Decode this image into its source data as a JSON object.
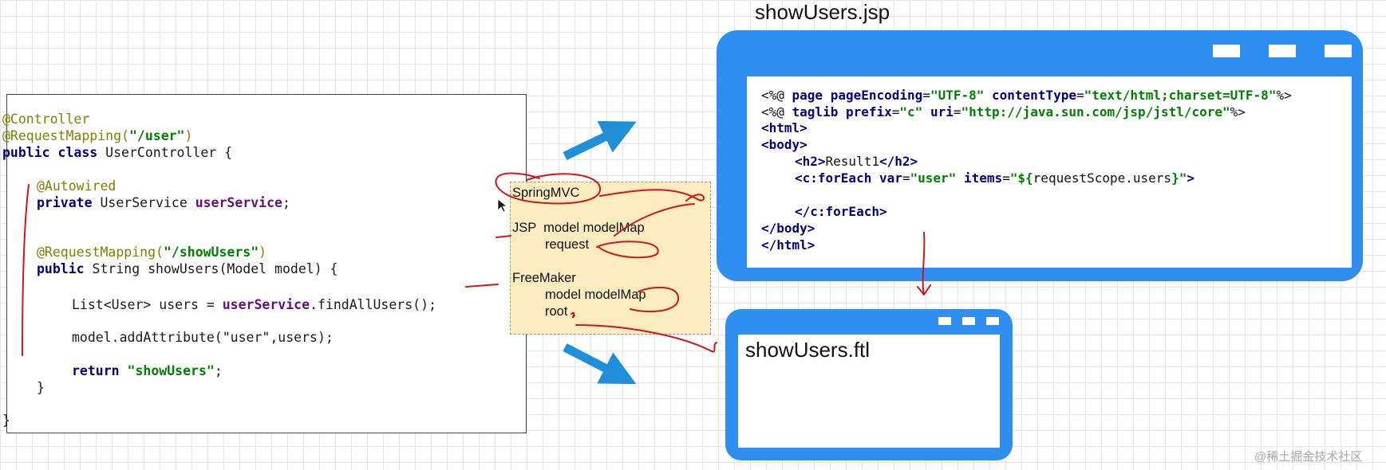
{
  "code": {
    "l1": "@Controller",
    "l2_ann": "@RequestMapping(",
    "l2_str": "\"/user\"",
    "l2_end": ")",
    "l3_kw": "public class",
    "l3_rest": " UserController {",
    "l4": "@Autowired",
    "l5_kw": "private",
    "l5_mid": " UserService ",
    "l5_fld": "userService",
    "l5_end": ";",
    "l6_ann": "@RequestMapping(",
    "l6_str": "\"/showUsers\"",
    "l6_end": ")",
    "l7_kw": "public",
    "l7_rest": " String showUsers(Model model) {",
    "l8_a": "List<User> users = ",
    "l8_fld": "userService",
    "l8_b": ".findAllUsers();",
    "l9": "model.addAttribute(\"user\",users);",
    "l10_kw": "return",
    "l10_sp": " ",
    "l10_str": "\"showUsers\"",
    "l10_end": ";",
    "l11": "}",
    "l12": "}"
  },
  "note": {
    "springmvc": "SpringMVC",
    "jsp": "JSP  model modelMap",
    "jsp_request": "request",
    "freemaker": "FreeMaker",
    "fm_model": "model modelMap",
    "fm_root": "root"
  },
  "jsp_window": {
    "title": "showUsers.jsp",
    "l1_a": "<%@ ",
    "l1_kw": "page",
    "l1_sp": " ",
    "l1_attr1": "pageEncoding",
    "l1_eq1": "=",
    "l1_val1": "\"UTF-8\"",
    "l1_sp2": " ",
    "l1_attr2": "contentType",
    "l1_eq2": "=",
    "l1_val2": "\"text/html;charset=UTF-8\"",
    "l1_end": "%>",
    "l2_a": "<%@ ",
    "l2_kw": "taglib",
    "l2_sp": " ",
    "l2_attr1": "prefix",
    "l2_eq1": "=",
    "l2_val1": "\"c\"",
    "l2_sp2": " ",
    "l2_attr2": "uri",
    "l2_eq2": "=",
    "l2_val2": "\"http://java.sun.com/jsp/jstl/core\"",
    "l2_end": "%>",
    "l3": "<html>",
    "l4": "<body>",
    "l5_open": "<h2>",
    "l5_text": "Result1",
    "l5_close": "</h2>",
    "l6_open": "<c:forEach",
    "l6_sp": " ",
    "l6_attr1": "var",
    "l6_eq1": "=",
    "l6_val1": "\"user\"",
    "l6_sp2": " ",
    "l6_attr2": "items",
    "l6_eq2": "=",
    "l6_val2a": "\"${",
    "l6_val2b": "requestScope.users",
    "l6_val2c": "}\"",
    "l6_end": ">",
    "l7": "</c:forEach>",
    "l8": "</body>",
    "l9": "</html>"
  },
  "ftl_window": {
    "title": "showUsers.ftl"
  },
  "watermark": "@稀土掘金技术社区",
  "colors": {
    "window_blue": "#2f8ff0",
    "arrow_blue": "#1e8fd8",
    "annotation_red": "#d01616",
    "note_fill": "#fcecbf"
  }
}
